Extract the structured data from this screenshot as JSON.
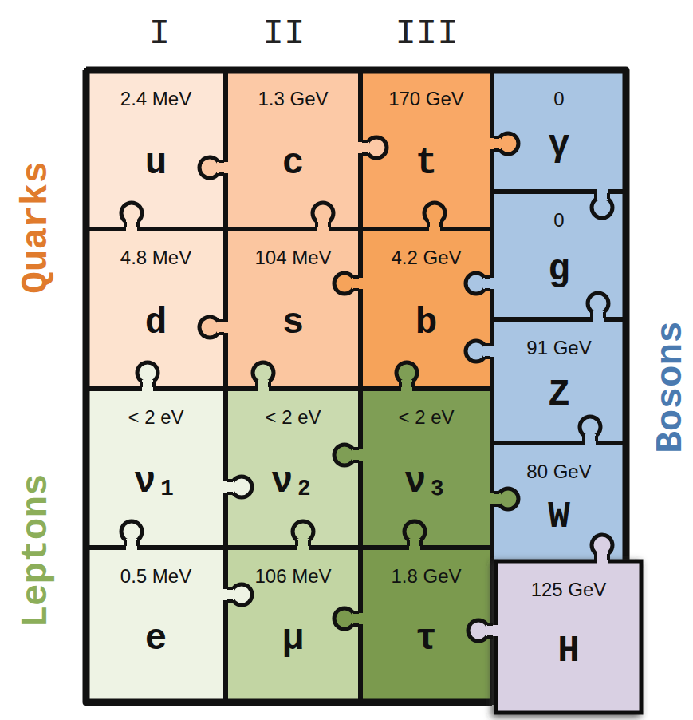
{
  "diagram": {
    "nodes": [
      {
        "text": [
          "2.4 MeV",
          "u"
        ]
      },
      {
        "text": [
          "1.3 GeV",
          "c"
        ]
      },
      {
        "text": [
          "170 GeV",
          "t"
        ]
      },
      {
        "text": [
          "0",
          "γ"
        ]
      },
      {
        "text": [
          "4.8 MeV",
          "d"
        ]
      },
      {
        "text": [
          "104 MeV",
          "s"
        ]
      },
      {
        "text": [
          "4.2 GeV",
          "b"
        ]
      },
      {
        "text": [
          "0",
          "g"
        ]
      },
      {
        "text": [
          "< 2 eV",
          "ν₁"
        ]
      },
      {
        "text": [
          "< 2 eV",
          "ν₂"
        ]
      },
      {
        "text": [
          "< 2 eV",
          "ν₃"
        ]
      },
      {
        "text": [
          "91 GeV",
          "Z"
        ]
      },
      {
        "text": [
          "0.5 MeV",
          "e"
        ]
      },
      {
        "text": [
          "106 MeV",
          "μ"
        ]
      },
      {
        "text": [
          "1.8 GeV",
          "τ"
        ]
      },
      {
        "text": [
          "80 GeV",
          "W"
        ]
      },
      {
        "text": [
          "125 GeV",
          "H"
        ]
      }
    ],
    "labels": [
      "I",
      "II",
      "III",
      "Quarks",
      "Leptons",
      "Bosons"
    ]
  }
}
